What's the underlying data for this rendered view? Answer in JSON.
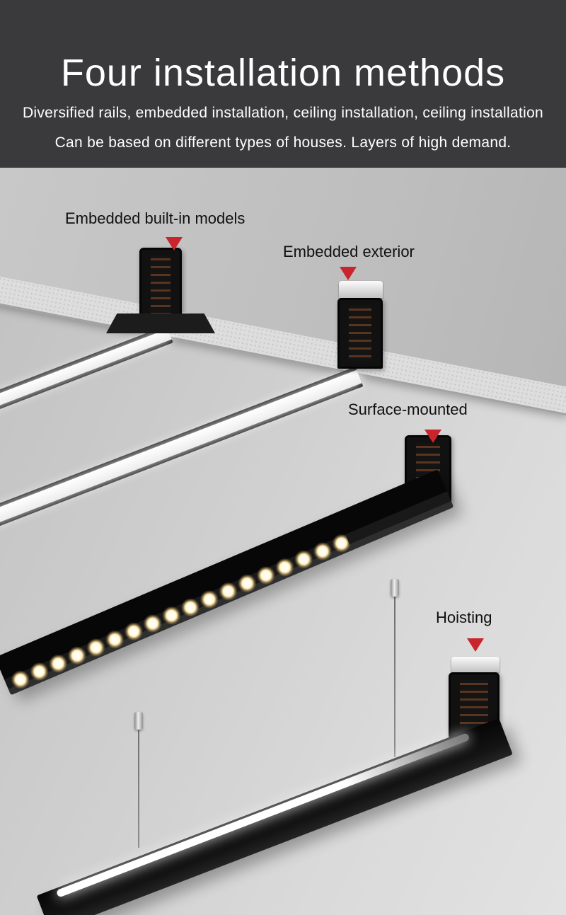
{
  "header": {
    "title": "Four installation methods",
    "subtitle_line1": "Diversified rails, embedded installation, ceiling installation, ceiling installation",
    "subtitle_line2": "Can be based on different types of houses. Layers of high demand."
  },
  "annotations": {
    "embedded_builtin": "Embedded built-in models",
    "embedded_exterior": "Embedded exterior",
    "surface_mounted": "Surface-mounted",
    "hoisting": "Hoisting"
  },
  "colors": {
    "header_bg": "#3a3a3c",
    "arrow_red": "#c9252c",
    "led_warm": "#ffe8ae",
    "ceiling_gray": "#d0d0d0"
  }
}
